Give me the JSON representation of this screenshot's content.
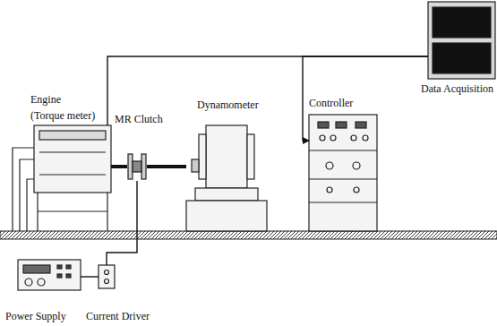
{
  "diagram": {
    "nodes": [
      {
        "text": [
          "Engine",
          "(Torque meter)"
        ]
      },
      {
        "text": [
          "MR Clutch"
        ]
      },
      {
        "text": [
          "Dynamometer"
        ]
      },
      {
        "text": [
          "Controller"
        ]
      },
      {
        "text": [
          "Data Acquisition"
        ]
      },
      {
        "text": [
          "Power Supply"
        ]
      },
      {
        "text": [
          "Current Driver"
        ]
      }
    ],
    "edges": [
      {
        "from": 0,
        "to": 1,
        "arrow": "none"
      },
      {
        "from": 1,
        "to": 2,
        "arrow": "none"
      },
      {
        "from": 0,
        "to": 4,
        "arrow": "none"
      },
      {
        "from": 4,
        "to": 3,
        "arrow": "to"
      },
      {
        "from": 1,
        "to": 6,
        "arrow": "none"
      },
      {
        "from": 5,
        "to": 6,
        "arrow": "none"
      }
    ]
  }
}
